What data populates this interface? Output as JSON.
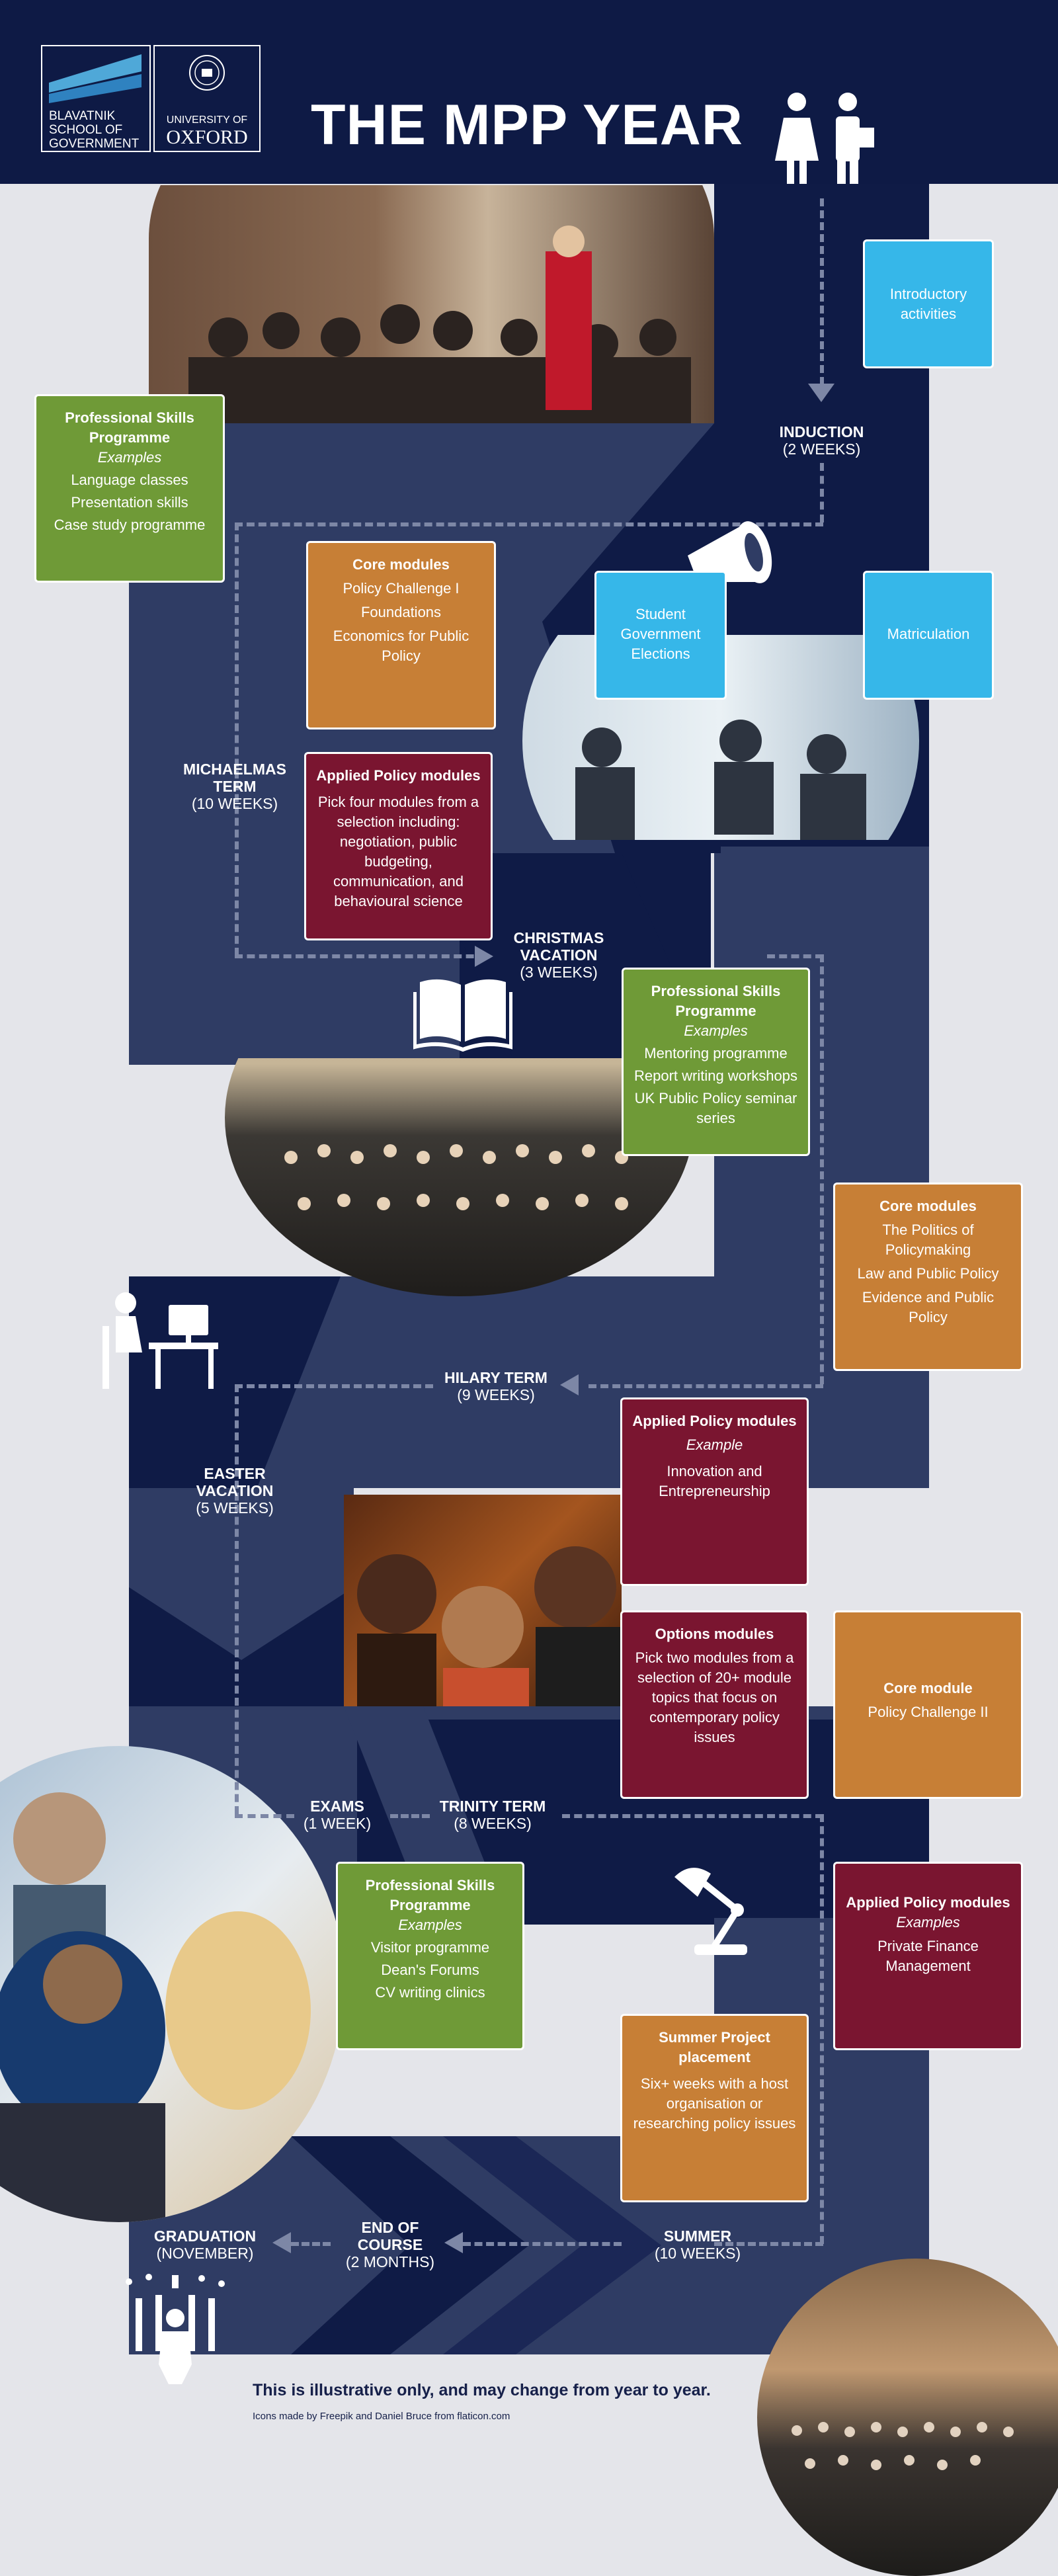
{
  "header": {
    "school_lines": [
      "BLAVATNIK",
      "SCHOOL OF",
      "GOVERNMENT"
    ],
    "univ_lines": [
      "UNIVERSITY OF",
      "OXFORD"
    ],
    "title": "THE MPP YEAR"
  },
  "stages": {
    "induction": {
      "title": "INDUCTION",
      "sub": "(2 WEEKS)"
    },
    "michaelmas": {
      "title": "MICHAELMAS TERM",
      "sub": "(10 WEEKS)"
    },
    "christmas": {
      "title": "CHRISTMAS VACATION",
      "sub": "(3 WEEKS)"
    },
    "hilary": {
      "title": "HILARY TERM",
      "sub": "(9 WEEKS)"
    },
    "easter": {
      "title": "EASTER VACATION",
      "sub": "(5 WEEKS)"
    },
    "exams": {
      "title": "EXAMS",
      "sub": "(1 WEEK)"
    },
    "trinity": {
      "title": "TRINITY TERM",
      "sub": "(8 WEEKS)"
    },
    "summer": {
      "title": "SUMMER",
      "sub": "(10 WEEKS)"
    },
    "end": {
      "title": "END OF COURSE",
      "sub": "(2 MONTHS)"
    },
    "graduation": {
      "title": "GRADUATION",
      "sub": "(NOVEMBER)"
    }
  },
  "boxes": {
    "intro": "Introductory activities",
    "psp1": {
      "title": "Professional Skills Programme",
      "examples": "Examples",
      "items": [
        "Language classes",
        "Presentation skills",
        "Case study programme"
      ]
    },
    "core1": {
      "title": "Core modules",
      "items": [
        "Policy Challenge I",
        "Foundations",
        "Economics for Public Policy"
      ]
    },
    "elections": "Student Government Elections",
    "matriculation": "Matriculation",
    "applied1": {
      "title": "Applied Policy modules",
      "text": "Pick four modules from a selection including: negotiation, public budgeting, communication, and behavioural science"
    },
    "psp2": {
      "title": "Professional Skills Programme",
      "examples": "Examples",
      "items": [
        "Mentoring programme",
        "Report writing workshops",
        "UK Public Policy seminar series"
      ]
    },
    "core2": {
      "title": "Core modules",
      "items": [
        "The Politics of Policymaking",
        "Law and Public Policy",
        "Evidence and Public Policy"
      ]
    },
    "applied2": {
      "title": "Applied Policy modules",
      "examples": "Example",
      "text": "Innovation and Entrepreneurship"
    },
    "options": {
      "title": "Options modules",
      "text": "Pick two modules from a selection of 20+ module topics that focus on contemporary policy issues"
    },
    "core3": {
      "title": "Core module",
      "text": "Policy Challenge II"
    },
    "psp3": {
      "title": "Professional Skills Programme",
      "examples": "Examples",
      "items": [
        "Visitor programme",
        "Dean's Forums",
        "CV writing clinics"
      ]
    },
    "applied3": {
      "title": "Applied Policy modules",
      "examples": "Examples",
      "text": "Private Finance Management"
    },
    "summer": {
      "title": "Summer Project placement",
      "text": "Six+ weeks with a host organisation or researching policy issues"
    }
  },
  "footer": {
    "note": "This is illustrative only, and may change from year to year.",
    "credit": "Icons made by Freepik and Daniel Bruce from flaticon.com"
  },
  "colors": {
    "navy": "#0e1a45",
    "band": "#2f3c64",
    "green": "#6f9a37",
    "orange": "#c77f36",
    "maroon": "#7a1530",
    "blue": "#36b7e9"
  },
  "icons": [
    "people-icon",
    "megaphone-icon",
    "book-icon",
    "desk-icon",
    "lamp-icon",
    "celebration-icon"
  ]
}
